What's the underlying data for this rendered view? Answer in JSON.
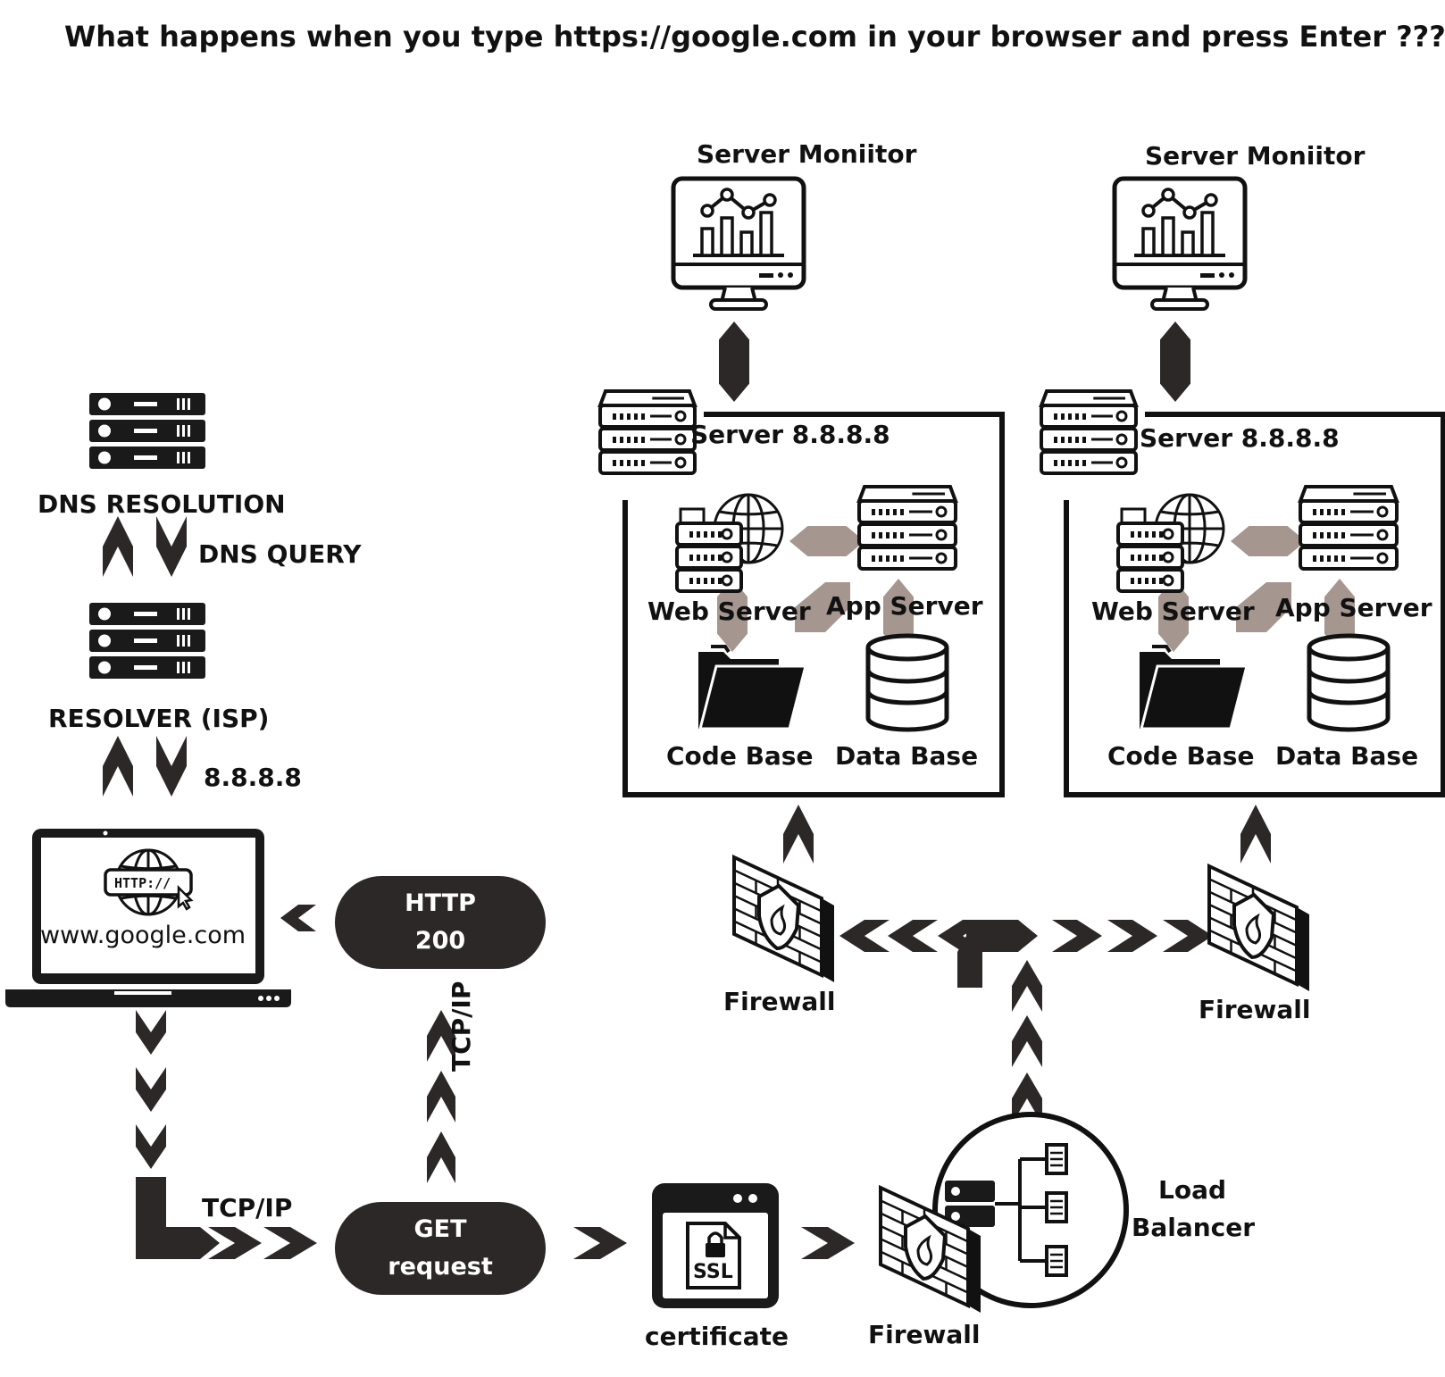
{
  "title": "What happens when you type https://google.com in your browser and press Enter ???",
  "client": {
    "dns_resolution": "DNS RESOLUTION",
    "dns_query": "DNS QUERY",
    "resolver": "RESOLVER (ISP)",
    "ip": "8.8.8.8",
    "url": "www.google.com",
    "http_badge": "HTTP://"
  },
  "flow": {
    "response_line1": "HTTP",
    "response_line2": "200",
    "request_line1": "GET",
    "request_line2": "request",
    "tcp_up": "TCP/IP",
    "tcp_right": "TCP/IP",
    "certificate": "certificate",
    "ssl": "SSL",
    "firewall_entry": "Firewall",
    "load_balancer_line1": "Load",
    "load_balancer_line2": "Balancer"
  },
  "servers": [
    {
      "monitor": "Server Moniitor",
      "server": "Server 8.8.8.8",
      "web": "Web Server",
      "app": "App Server",
      "code": "Code Base",
      "db": "Data Base",
      "firewall": "Firewall"
    },
    {
      "monitor": "Server Moniitor",
      "server": "Server 8.8.8.8",
      "web": "Web Server",
      "app": "App Server",
      "code": "Code Base",
      "db": "Data Base",
      "firewall": "Firewall"
    }
  ],
  "colors": {
    "dark": "#2d2828",
    "accent": "#a69690",
    "background": "#ffffff"
  }
}
